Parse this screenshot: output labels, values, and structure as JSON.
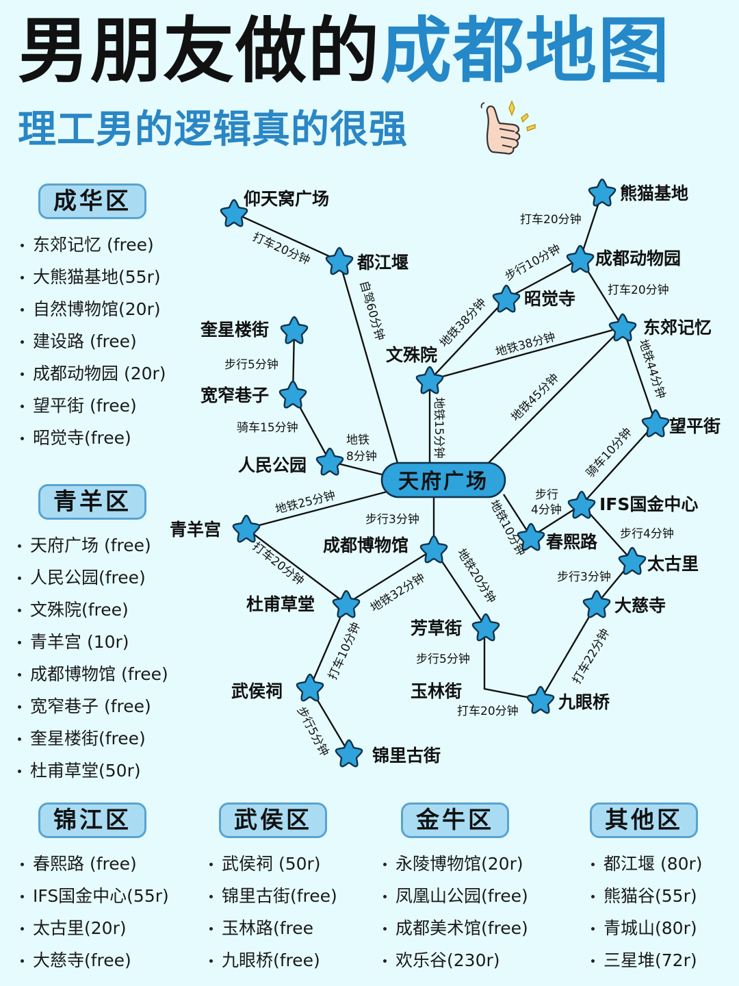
{
  "header": {
    "title_part1": "男朋友做的",
    "title_accent": "成都地图",
    "subtitle": "理工男的逻辑真的很强",
    "icon": "thumbs-up-icon"
  },
  "colors": {
    "background": "#e6fbfd",
    "accent": "#2588c8",
    "star": "#2fa3dc",
    "badge": "#a9dcf3",
    "badge_border": "#5aa2cf"
  },
  "districts": [
    {
      "name": "成华区",
      "items": [
        "东郊记忆 (free)",
        "大熊猫基地(55r)",
        "自然博物馆(20r)",
        "建设路 (free)",
        "成都动物园 (20r)",
        "望平街 (free)",
        "昭觉寺(free)"
      ]
    },
    {
      "name": "青羊区",
      "items": [
        "天府广场 (free)",
        "人民公园(free)",
        "文殊院(free)",
        "青羊宫 (10r)",
        "成都博物馆 (free)",
        "宽窄巷子 (free)",
        "奎星楼街(free)",
        "杜甫草堂(50r)"
      ]
    },
    {
      "name": "锦江区",
      "items": [
        "春熙路 (free)",
        "IFS国金中心(55r)",
        "太古里(20r)",
        "大慈寺(free)"
      ]
    },
    {
      "name": "武侯区",
      "items": [
        "武侯祠 (50r)",
        "锦里古街(free)",
        "玉林路(free",
        "九眼桥(free)"
      ]
    },
    {
      "name": "金牛区",
      "items": [
        "永陵博物馆(20r)",
        "凤凰山公园(free)",
        "成都美术馆(free)",
        "欢乐谷(230r)"
      ]
    },
    {
      "name": "其他区",
      "items": [
        "都江堰 (80r)",
        "熊猫谷(55r)",
        "青城山(80r)",
        "三星堆(72r)"
      ]
    }
  ],
  "map": {
    "hub": "天府广场",
    "nodes": {
      "yangtianwo": "仰天窝广场",
      "dujiangyan": "都江堰",
      "xiongmao": "熊猫基地",
      "dongwuyuan": "成都动物园",
      "zhaojuesi": "昭觉寺",
      "dongjiao": "东郊记忆",
      "kuixing": "奎星楼街",
      "wenshu": "文殊院",
      "kuanzhai": "宽窄巷子",
      "wangping": "望平街",
      "renmin": "人民公园",
      "ifs": "IFS国金中心",
      "qingyang": "青羊宫",
      "chunxi": "春熙路",
      "bowuguan": "成都博物馆",
      "taikoo": "太古里",
      "dufu": "杜甫草堂",
      "daci": "大慈寺",
      "fangcao": "芳草街",
      "wuhou": "武侯祠",
      "yulin": "玉林街",
      "jiuyan": "九眼桥",
      "jinli": "锦里古街"
    },
    "edges": {
      "yangtianwo_dujiangyan": "打车20分钟",
      "dujiangyan_hub": "自驾60分钟",
      "xiongmao_dongwuyuan": "打车20分钟",
      "dongwuyuan_zhaojuesi": "步行10分钟",
      "zhaojuesi_wenshu": "地铁38分钟",
      "dongwuyuan_dongjiao": "打车20分钟",
      "wenshu_dongjiao": "地铁38分钟",
      "dongjiao_wangping": "地铁44分钟",
      "dongjiao_hub": "地铁45分钟",
      "kuixing_kuanzhai": "步行5分钟",
      "kuanzhai_renmin": "骑车15分钟",
      "renmin_hub_1": "地铁",
      "renmin_hub_2": "8分钟",
      "wenshu_hub": "地铁15分钟",
      "wangping_ifs": "骑车10分钟",
      "chunxi_ifs_1": "步行",
      "chunxi_ifs_2": "4分钟",
      "hub_chunxi": "地铁10分钟",
      "ifs_taikoo": "步行4分钟",
      "taikoo_daci": "步行3分钟",
      "hub_qingyang": "地铁25分钟",
      "hub_bowuguan": "步行3分钟",
      "qingyang_dufu": "打车20分钟",
      "bowuguan_dufu": "地铁32分钟",
      "bowuguan_fangcao": "地铁20分钟",
      "dufu_wuhou": "打车10分钟",
      "wuhou_jinli": "步行5分钟",
      "fangcao_yulin": "步行5分钟",
      "yulin_jiuyan": "打车20分钟",
      "daci_jiuyan": "打车22分钟"
    }
  }
}
